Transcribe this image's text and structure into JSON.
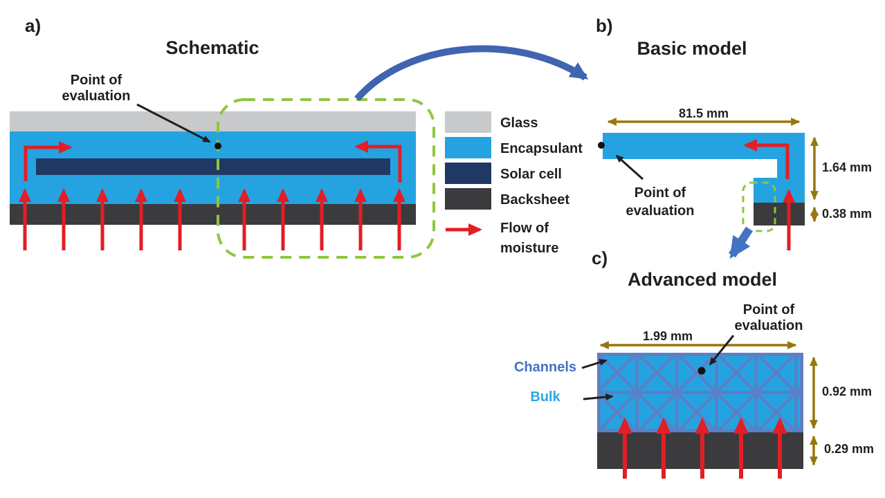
{
  "figure": {
    "panel_a": {
      "label": "a)",
      "title": "Schematic",
      "point_of_evaluation": {
        "line1": "Point of",
        "line2": "evaluation"
      }
    },
    "panel_b": {
      "label": "b)",
      "title": "Basic model",
      "dimensions": {
        "width": "81.5 mm",
        "encapsulant_thickness": "1.64 mm",
        "backsheet_thickness": "0.38 mm"
      },
      "point_of_evaluation": {
        "line1": "Point of",
        "line2": "evaluation"
      }
    },
    "panel_c": {
      "label": "c)",
      "title": "Advanced model",
      "dimensions": {
        "width": "1.99 mm",
        "encapsulant_thickness": "0.92 mm",
        "backsheet_thickness": "0.29 mm"
      },
      "point_of_evaluation": {
        "line1": "Point of",
        "line2": "evaluation"
      },
      "annotations": {
        "channels": "Channels",
        "bulk": "Bulk"
      }
    },
    "legend": {
      "items": [
        {
          "label": "Glass",
          "color": "#C8C9CA"
        },
        {
          "label": "Encapsulant",
          "color": "#25A3E1"
        },
        {
          "label": "Solar cell",
          "color": "#1F3864"
        },
        {
          "label": "Backsheet",
          "color": "#3B3B3D"
        },
        {
          "label": "Flow of",
          "label2": "moisture",
          "symbol": "red-arrow",
          "color": "#E31E24"
        }
      ]
    },
    "colors": {
      "glass": "#C8C9CA",
      "encapsulant": "#25A3E1",
      "solar_cell": "#1F3864",
      "backsheet": "#3B3B3D",
      "moisture_arrow": "#E31E24",
      "dimension_arrow": "#97760F",
      "highlight_dash": "#8DC63F",
      "link_arrow": "#4064B0",
      "channel_lines": "#5C7FC5",
      "channels_text": "#4472C4",
      "bulk_text": "#2BA9E2"
    }
  }
}
